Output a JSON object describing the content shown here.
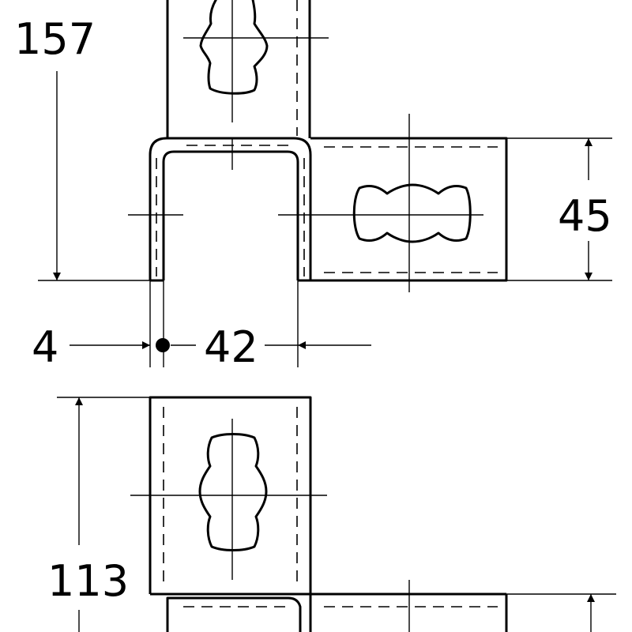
{
  "dimensions": {
    "height_upper": "157",
    "flange_height": "45",
    "thickness": "4",
    "inner_width": "42",
    "height_lower": "113"
  },
  "colors": {
    "line": "#000000",
    "background": "#ffffff"
  }
}
